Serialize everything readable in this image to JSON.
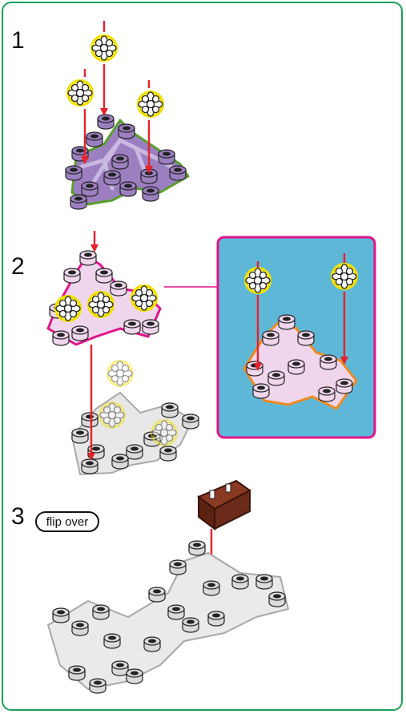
{
  "steps": [
    {
      "number": "1"
    },
    {
      "number": "2"
    },
    {
      "number": "3",
      "badge": "flip over"
    }
  ],
  "colors": {
    "frame": "#1aa156",
    "callout_border": "#e0148c",
    "callout_bg": "#5fb7d8",
    "arrow": "#e8212b",
    "purple_piece": "#9b7fc0",
    "pink_piece": "#efd6ec",
    "gray_piece": "#dadada",
    "brown_piece": "#6b2a1a",
    "flower_outline": "#f0e000"
  },
  "icons": [
    "flower-bead-icon",
    "snowflake-piece-icon",
    "connector-block-icon",
    "red-arrow-icon"
  ]
}
